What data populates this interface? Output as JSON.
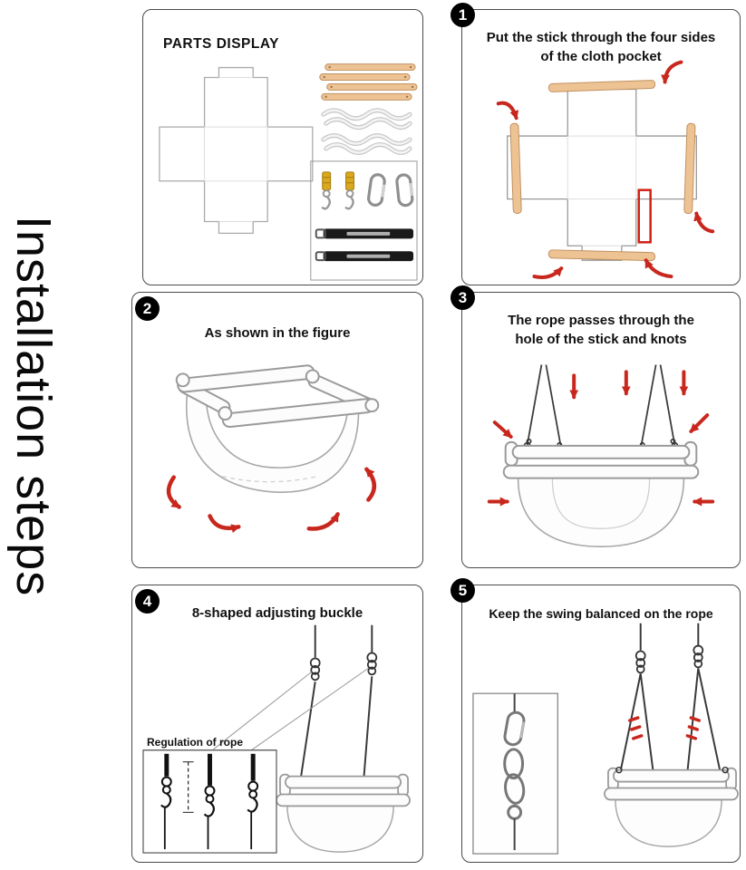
{
  "page": {
    "vertical_title": "Installation steps"
  },
  "colors": {
    "arrow_red": "#c8271d",
    "wood_fill": "#eec394",
    "wood_stroke": "#c09060",
    "line_gray": "#9a9a9a",
    "panel_border": "#4a4a4a",
    "strap_yellow": "#d9a81f",
    "strap_black": "#1a1a1a"
  },
  "panels": {
    "parts": {
      "title": "PARTS DISPLAY"
    },
    "steps": [
      {
        "number": "1",
        "title": "Put the stick through the four sides of the cloth pocket"
      },
      {
        "number": "2",
        "title": "As shown in the figure"
      },
      {
        "number": "3",
        "title": "The rope passes through the hole of the stick and knots"
      },
      {
        "number": "4",
        "title": "8-shaped adjusting buckle",
        "inset_label": "Regulation of rope"
      },
      {
        "number": "5",
        "title": "Keep the swing balanced on the rope"
      }
    ]
  }
}
